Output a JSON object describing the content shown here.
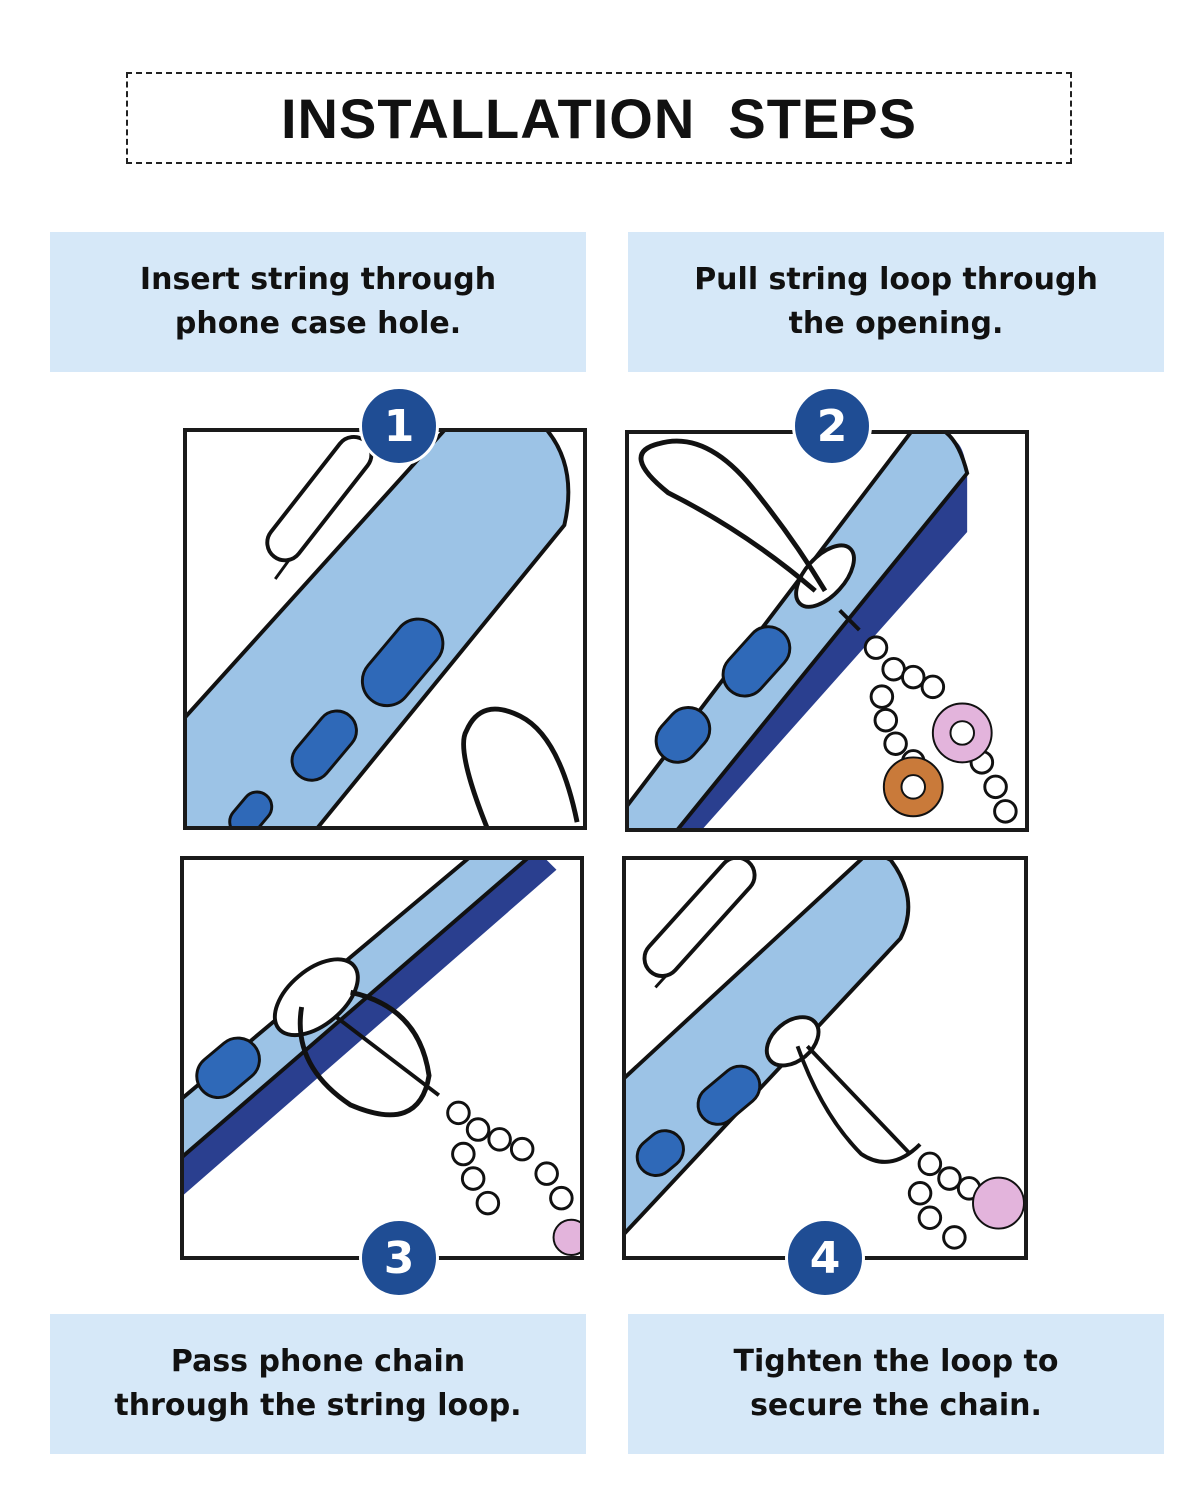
{
  "title": "INSTALLATION  STEPS",
  "steps": [
    {
      "number": "1",
      "caption": "Insert string through\nphone case hole."
    },
    {
      "number": "2",
      "caption": "Pull string loop through\nthe opening."
    },
    {
      "number": "3",
      "caption": "Pass phone chain\nthrough the string loop."
    },
    {
      "number": "4",
      "caption": "Tighten the loop to\nsecure the chain."
    }
  ],
  "colors": {
    "caption_bg": "#d6e8f8",
    "badge_bg": "#1f4d94",
    "phone_case": "#9cc3e6",
    "phone_edge": "#2a3f8f",
    "button": "#2f69b8"
  }
}
